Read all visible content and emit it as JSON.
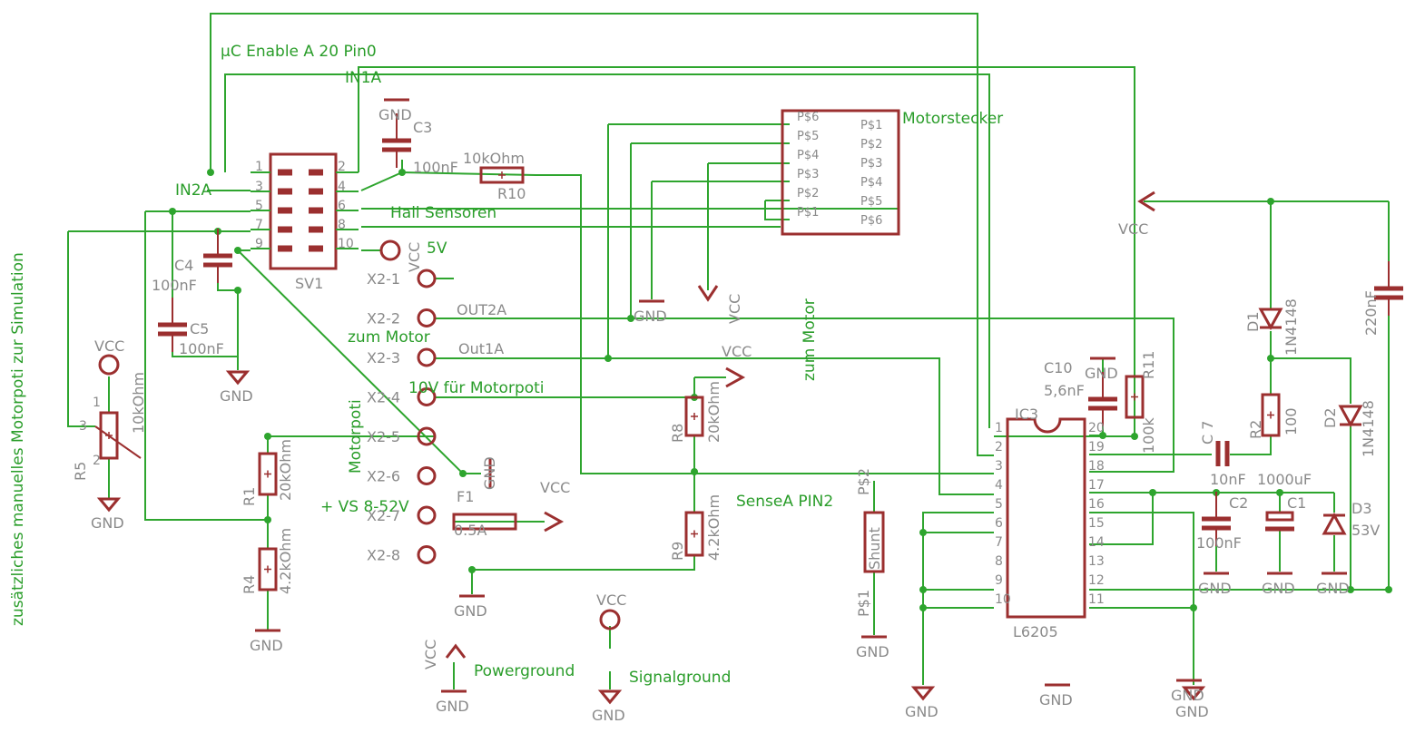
{
  "colors": {
    "wire": "#2ea52e",
    "part": "#9b2f2f",
    "label": "#8a8a8a",
    "net": "#2a9d2a"
  },
  "net_labels": {
    "uc_enable": "µC Enable A 20 Pin0",
    "in1a": "IN1A",
    "in2a": "IN2A",
    "hall": "Hall Sensoren",
    "motorstecker": "Motorstecker",
    "five_v": "5V",
    "zum_motor_1": "zum Motor",
    "zum_motor_2": "zum Motor",
    "ten_v": "10V für Motorpoti",
    "motorpoti": "Motorpoti",
    "vs": "+ VS 8-52V",
    "sense": "SenseA PIN2",
    "powerground": "Powerground",
    "signalground": "Signalground",
    "side_note": "zusätzliches manuelles Motorpoti zur Simulation"
  },
  "parts": {
    "sv1": {
      "name": "SV1",
      "left_pins": [
        "1",
        "3",
        "5",
        "7",
        "9"
      ],
      "right_pins": [
        "2",
        "4",
        "6",
        "8",
        "10"
      ]
    },
    "c3": {
      "name": "C3",
      "value": "100nF"
    },
    "c4": {
      "name": "C4",
      "value": "100nF"
    },
    "c5": {
      "name": "C5",
      "value": "100nF"
    },
    "r10": {
      "name": "R10",
      "value": "10kOhm"
    },
    "r5": {
      "name": "R5",
      "value": "10kOhm",
      "pin_top": "1",
      "pin_mid": "2",
      "pin_wiper": "3"
    },
    "r1": {
      "name": "R1",
      "value": "20kOhm"
    },
    "r4": {
      "name": "R4",
      "value": "4.2kOhm"
    },
    "r8": {
      "name": "R8",
      "value": "20kOhm"
    },
    "r9": {
      "name": "R9",
      "value": "4.2kOhm"
    },
    "f1": {
      "name": "F1",
      "value": "0.5A"
    },
    "shunt": {
      "name": "Shunt",
      "p1": "P$1",
      "p2": "P$2"
    },
    "c10": {
      "name": "C10",
      "value": "5,6nF"
    },
    "r11": {
      "name": "R11",
      "value": "100k"
    },
    "c7": {
      "name": "C 7",
      "value": "10nF"
    },
    "r2": {
      "name": "R2",
      "value": "100"
    },
    "d1": {
      "name": "D1",
      "value": "1N4148"
    },
    "d2": {
      "name": "D2",
      "value": "1N4148"
    },
    "d3": {
      "name": "D3",
      "value": "53V"
    },
    "c2": {
      "name": "C2",
      "value": "100nF"
    },
    "c1": {
      "name": "C1",
      "value": "1000uF"
    },
    "c220": {
      "value": "220nF"
    },
    "ic3": {
      "name": "IC3",
      "value": "L6205",
      "left_pins": [
        "1",
        "2",
        "3",
        "4",
        "5",
        "6",
        "7",
        "8",
        "9",
        "10"
      ],
      "right_pins": [
        "20",
        "19",
        "18",
        "17",
        "16",
        "15",
        "14",
        "13",
        "12",
        "11"
      ]
    },
    "motor": {
      "left_pads": [
        "P$6",
        "P$5",
        "P$4",
        "P$3",
        "P$2",
        "P$1"
      ],
      "right_pads": [
        "P$1",
        "P$2",
        "P$3",
        "P$4",
        "P$5",
        "P$6"
      ]
    },
    "x2": [
      "X2-1",
      "X2-2",
      "X2-3",
      "X2-4",
      "X2-5",
      "X2-6",
      "X2-7",
      "X2-8"
    ],
    "out2a": "OUT2A",
    "out1a": "Out1A"
  },
  "supply": {
    "gnd": "GND",
    "vcc": "VCC"
  }
}
